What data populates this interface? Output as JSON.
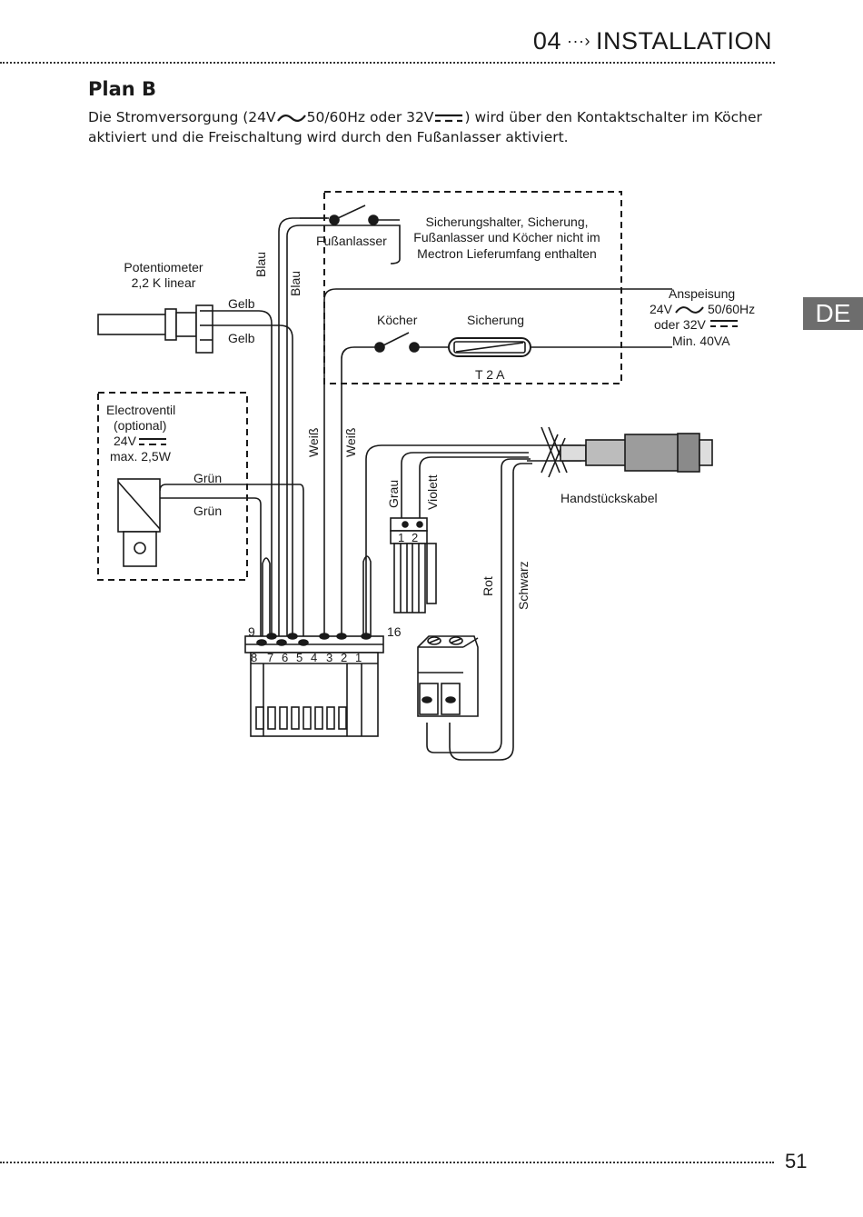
{
  "header": {
    "chapter": "04",
    "title": "INSTALLATION"
  },
  "section": {
    "title": "Plan B",
    "intro_part1": "Die Stromversorgung (24V",
    "intro_part2": "50/60Hz oder 32V",
    "intro_part3": ") wird über den Kontaktschalter im Köcher",
    "intro_line2": "aktiviert und die Freischaltung wird durch den Fußanlasser aktiviert."
  },
  "language_tab": "DE",
  "page_number": "51",
  "diagram": {
    "potentiometer": [
      "Potentiometer",
      "2,2 K linear"
    ],
    "gelb_1": "Gelb",
    "gelb_2": "Gelb",
    "blau_1": "Blau",
    "blau_2": "Blau",
    "fussanlasser": "Fußanlasser",
    "note": [
      "Sicherungshalter, Sicherung,",
      "Fußanlasser und Köcher nicht im",
      "Mectron Lieferumfang enthalten"
    ],
    "koecher": "Köcher",
    "sicherung": "Sicherung",
    "t2a": "T 2 A",
    "anspeisung": "Anspeisung",
    "anspeisung_24v": "24V",
    "anspeisung_hz": "50/60Hz",
    "anspeisung_32v": "oder 32V",
    "anspeisung_min": "Min. 40VA",
    "electroventil": [
      "Electroventil",
      "(optional)",
      "24V",
      "max. 2,5W"
    ],
    "gruen_1": "Grün",
    "gruen_2": "Grün",
    "weiss_1": "Weiß",
    "weiss_2": "Weiß",
    "grau": "Grau",
    "violett": "Violett",
    "connector_pins": [
      "1",
      "2"
    ],
    "handstueckskabel": "Handstückskabel",
    "rot": "Rot",
    "schwarz": "Schwarz",
    "terminal_9": "9",
    "terminal_16": "16",
    "terminal_numbers": [
      "8",
      "7",
      "6",
      "5",
      "4",
      "3",
      "2",
      "1"
    ]
  }
}
